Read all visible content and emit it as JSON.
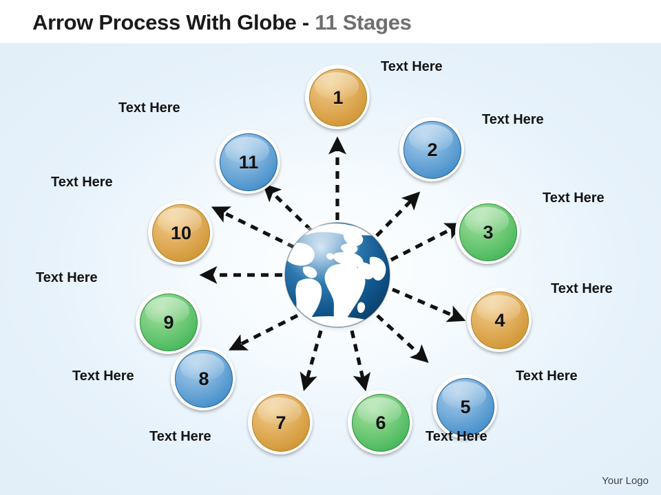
{
  "header": {
    "title_main": "Arrow Process With Globe",
    "title_separator": "-",
    "title_number": "11",
    "title_suffix": "Stages"
  },
  "diagram": {
    "center_icon": "globe-icon",
    "arrow_style": "dashed",
    "arrow_color": "#111111",
    "background_color": "#e7f2fb",
    "nodes": [
      {
        "number": "1",
        "color_name": "orange",
        "color": "#d59c3f",
        "label": "Text Here"
      },
      {
        "number": "2",
        "color_name": "blue",
        "color": "#4e94cd",
        "label": "Text Here"
      },
      {
        "number": "3",
        "color_name": "green",
        "color": "#4fbb61",
        "label": "Text Here"
      },
      {
        "number": "4",
        "color_name": "orange",
        "color": "#d59c3f",
        "label": "Text Here"
      },
      {
        "number": "5",
        "color_name": "blue",
        "color": "#4e94cd",
        "label": "Text Here"
      },
      {
        "number": "6",
        "color_name": "green",
        "color": "#4fbb61",
        "label": "Text Here"
      },
      {
        "number": "7",
        "color_name": "orange",
        "color": "#d59c3f",
        "label": "Text Here"
      },
      {
        "number": "8",
        "color_name": "blue",
        "color": "#4e94cd",
        "label": "Text Here"
      },
      {
        "number": "9",
        "color_name": "green",
        "color": "#4fbb61",
        "label": "Text Here"
      },
      {
        "number": "10",
        "color_name": "orange",
        "color": "#d59c3f",
        "label": "Text Here"
      },
      {
        "number": "11",
        "color_name": "blue",
        "color": "#4e94cd",
        "label": "Text Here"
      }
    ]
  },
  "footer": {
    "logo_text": "Your Logo"
  }
}
